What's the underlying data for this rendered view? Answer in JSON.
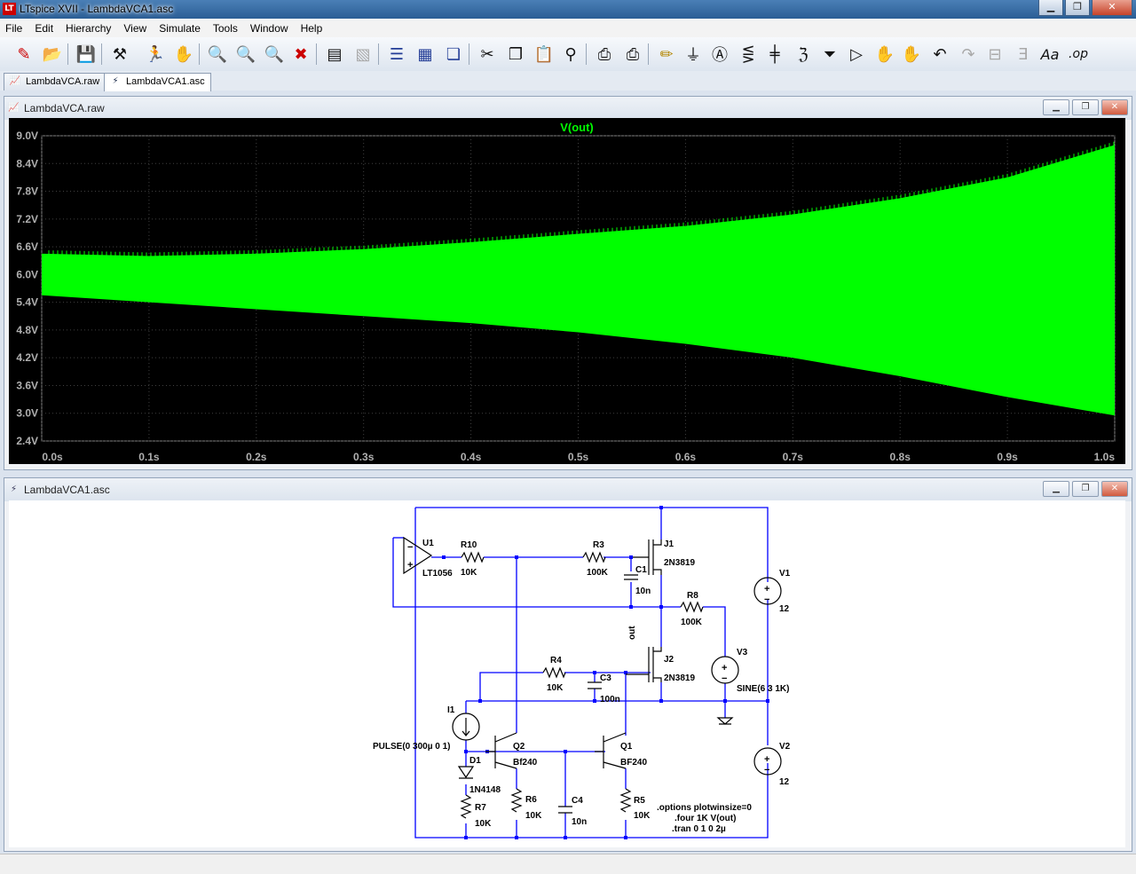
{
  "window": {
    "title": "LTspice XVII - LambdaVCA1.asc"
  },
  "menu": [
    "File",
    "Edit",
    "Hierarchy",
    "View",
    "Simulate",
    "Tools",
    "Window",
    "Help"
  ],
  "toolbar": [
    "new-schematic",
    "open",
    "save",
    "control-panel",
    "run",
    "halt",
    "zoom-in",
    "pan",
    "zoom-out",
    "zoom-fit",
    "autorange",
    "cancel",
    "tile-horizontal",
    "tile-vertical",
    "cascade",
    "cut",
    "copy",
    "paste",
    "find",
    "print-setup",
    "print",
    "draw-wire",
    "ground",
    "label-net",
    "resistor",
    "capacitor",
    "inductor",
    "diode",
    "component",
    "move",
    "drag",
    "undo",
    "redo",
    "rotate",
    "mirror",
    "text",
    "spice-directive"
  ],
  "tabs": [
    {
      "label": "LambdaVCA.raw"
    },
    {
      "label": "LambdaVCA1.asc"
    }
  ],
  "waveform_window": {
    "title": "LambdaVCA.raw"
  },
  "schematic_window": {
    "title": "LambdaVCA1.asc"
  },
  "colors": {
    "trace": "#00ff00",
    "plot_bg": "#000000",
    "axis_text": "#b0b0b0",
    "wire": "#0000ff",
    "component": "#000000"
  },
  "chart_data": {
    "type": "area",
    "title": "V(out)",
    "series": [
      {
        "name": "V(out)",
        "x": [
          0.0,
          0.1,
          0.2,
          0.3,
          0.4,
          0.5,
          0.6,
          0.7,
          0.8,
          0.9,
          1.0
        ],
        "upper": [
          6.45,
          6.4,
          6.45,
          6.55,
          6.7,
          6.88,
          7.05,
          7.3,
          7.65,
          8.1,
          8.8
        ],
        "lower": [
          5.55,
          5.4,
          5.25,
          5.1,
          4.95,
          4.75,
          4.5,
          4.2,
          3.8,
          3.35,
          2.95
        ]
      }
    ],
    "xticks": [
      "0.0s",
      "0.1s",
      "0.2s",
      "0.3s",
      "0.4s",
      "0.5s",
      "0.6s",
      "0.7s",
      "0.8s",
      "0.9s",
      "1.0s"
    ],
    "yticks": [
      "9.0V",
      "8.4V",
      "7.8V",
      "7.2V",
      "6.6V",
      "6.0V",
      "5.4V",
      "4.8V",
      "4.2V",
      "3.6V",
      "3.0V",
      "2.4V"
    ],
    "xlim": [
      0,
      1.0
    ],
    "ylim": [
      2.4,
      9.0
    ],
    "grid": true
  },
  "schematic": {
    "labels": {
      "U1": "U1",
      "U1_model": "LT1056",
      "R10": "R10",
      "R10_val": "10K",
      "R3": "R3",
      "R3_val": "100K",
      "C1": "C1",
      "C1_val": "10n",
      "J1": "J1",
      "J1_model": "2N3819",
      "R8": "R8",
      "R8_val": "100K",
      "out": "out",
      "J2": "J2",
      "J2_model": "2N3819",
      "R4": "R4",
      "R4_val": "10K",
      "C3": "C3",
      "C3_val": "100n",
      "V1": "V1",
      "V1_val": "12",
      "V3": "V3",
      "V3_val": "SINE(6 3 1K)",
      "V2": "V2",
      "V2_val": "12",
      "I1": "I1",
      "I1_val": "PULSE(0 300µ 0 1)",
      "D1": "D1",
      "D1_model": "1N4148",
      "Q2": "Q2",
      "Q2_model": "Bf240",
      "Q1": "Q1",
      "Q1_model": "BF240",
      "R6": "R6",
      "R6_val": "10K",
      "R7": "R7",
      "R7_val": "10K",
      "C4": "C4",
      "C4_val": "10n",
      "R5": "R5",
      "R5_val": "10K"
    },
    "directives": [
      ".options plotwinsize=0",
      ".four 1K V(out)",
      ".tran 0 1 0 2µ"
    ]
  }
}
